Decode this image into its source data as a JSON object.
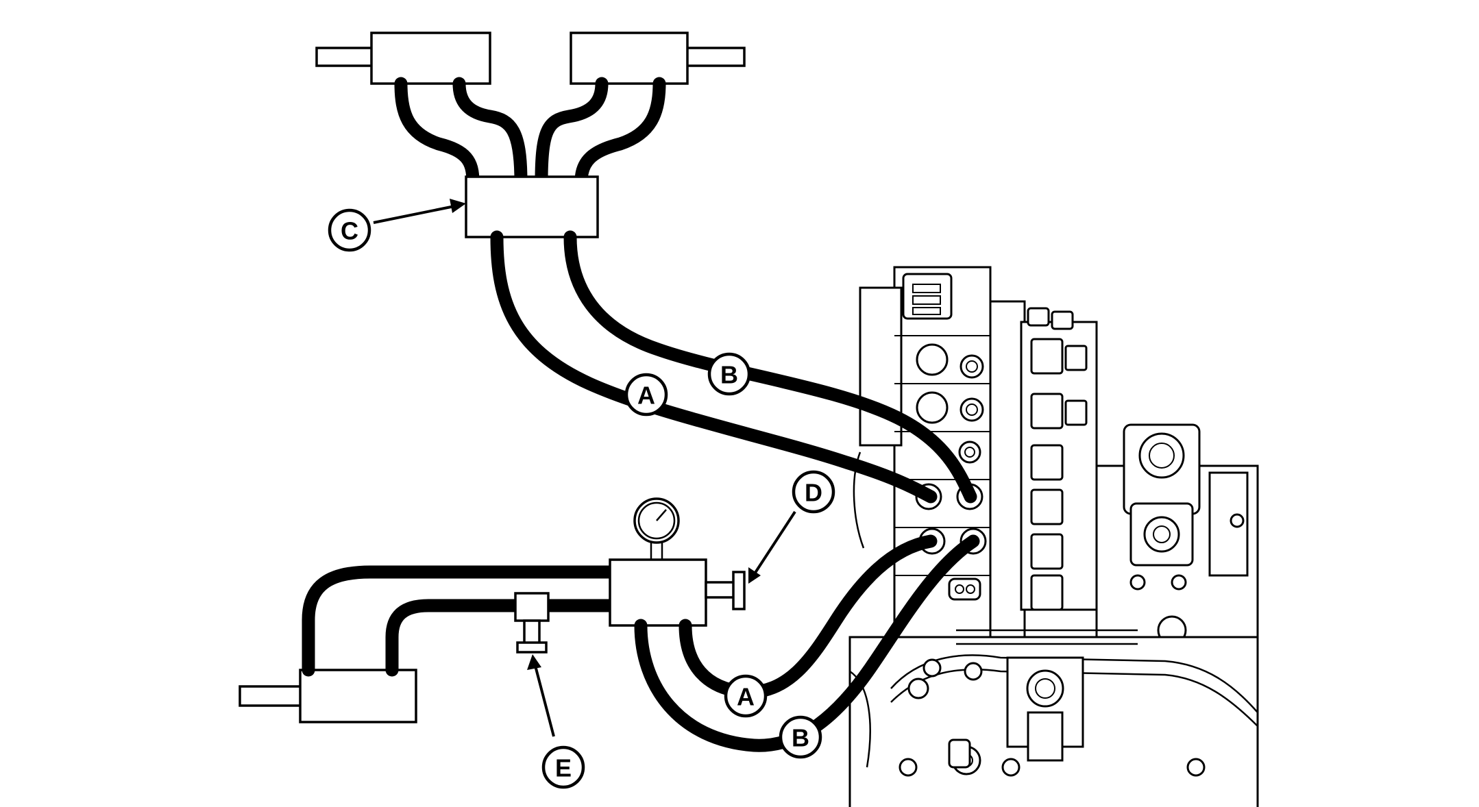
{
  "callouts": {
    "A_upper": "A",
    "B_upper": "B",
    "C": "C",
    "D": "D",
    "E": "E",
    "A_lower": "A",
    "B_lower": "B"
  },
  "colors": {
    "line": "#000000",
    "background": "#ffffff"
  }
}
